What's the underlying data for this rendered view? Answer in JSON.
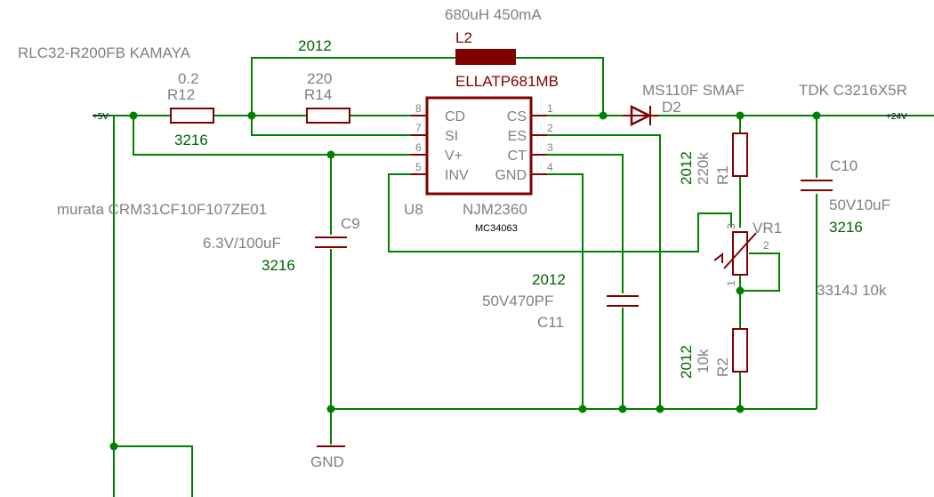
{
  "colors": {
    "wire": "#008000",
    "part": "#800000",
    "label_gray": "#808080",
    "label_green": "#006400"
  },
  "nets": {
    "vin": "+5V",
    "vout": "+24V",
    "gnd": "GND"
  },
  "l2": {
    "ref": "L2",
    "value": "680uH 450mA",
    "part": "ELLATP681MB",
    "size": "2012"
  },
  "r12": {
    "ref": "R12",
    "value": "0.2",
    "part": "RLC32-R200FB KAMAYA",
    "size": "3216"
  },
  "r14": {
    "ref": "R14",
    "value": "220"
  },
  "d2": {
    "ref": "D2",
    "part": "MS110F SMAF"
  },
  "c10": {
    "ref": "C10",
    "value": "50V10uF",
    "part": "TDK C3216X5R",
    "size": "3216"
  },
  "c9": {
    "ref": "C9",
    "value": "6.3V/100uF",
    "part": "murata CRM31CF10F107ZE01",
    "size": "3216"
  },
  "c11": {
    "ref": "C11",
    "value": "50V470PF",
    "size": "2012"
  },
  "r1": {
    "ref": "R1",
    "value": "220k",
    "size": "2012"
  },
  "r2": {
    "ref": "R2",
    "value": "10k",
    "size": "2012"
  },
  "vr1": {
    "ref": "VR1",
    "part": "3314J 10k",
    "pin1": "1",
    "pin2": "2",
    "pin3": "3"
  },
  "u8": {
    "ref": "U8",
    "value": "NJM2360",
    "alt": "MC34063",
    "pins_left": [
      {
        "num": "8",
        "name": "CD"
      },
      {
        "num": "7",
        "name": "SI"
      },
      {
        "num": "6",
        "name": "V+"
      },
      {
        "num": "5",
        "name": "INV"
      }
    ],
    "pins_right": [
      {
        "num": "1",
        "name": "CS"
      },
      {
        "num": "2",
        "name": "ES"
      },
      {
        "num": "3",
        "name": "CT"
      },
      {
        "num": "4",
        "name": "GND"
      }
    ]
  }
}
